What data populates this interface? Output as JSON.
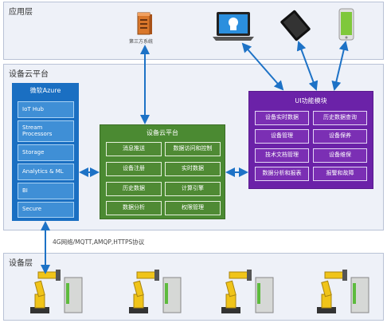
{
  "layers": {
    "app": "应用层",
    "cloud": "设备云平台",
    "device": "设备层"
  },
  "third_party": "第三方系统",
  "azure": {
    "title": "微软Azure",
    "items": [
      "IoT Hub",
      "Stream\nProcessors",
      "Storage",
      "Analytics & ML",
      "BI",
      "Secure"
    ]
  },
  "cloud_platform": {
    "title": "设备云平台",
    "items": [
      "消息推送",
      "数据访问和控制",
      "设备注册",
      "实时数据",
      "历史数据",
      "计算引擎",
      "数据分析",
      "权限管理"
    ]
  },
  "ui_module": {
    "title": "UI功能模块",
    "items": [
      "设备实时数据",
      "历史数据查询",
      "设备管理",
      "设备保养",
      "技术文档管理",
      "设备维保",
      "数据分析和报表",
      "报警和故障"
    ]
  },
  "protocol_label": "4G网络/MQTT,AMQP,HTTPS协议",
  "colors": {
    "azure": "#1a6fc2",
    "cloud": "#4b8a32",
    "ui": "#6b22a8",
    "arrow": "#1d72c6"
  }
}
